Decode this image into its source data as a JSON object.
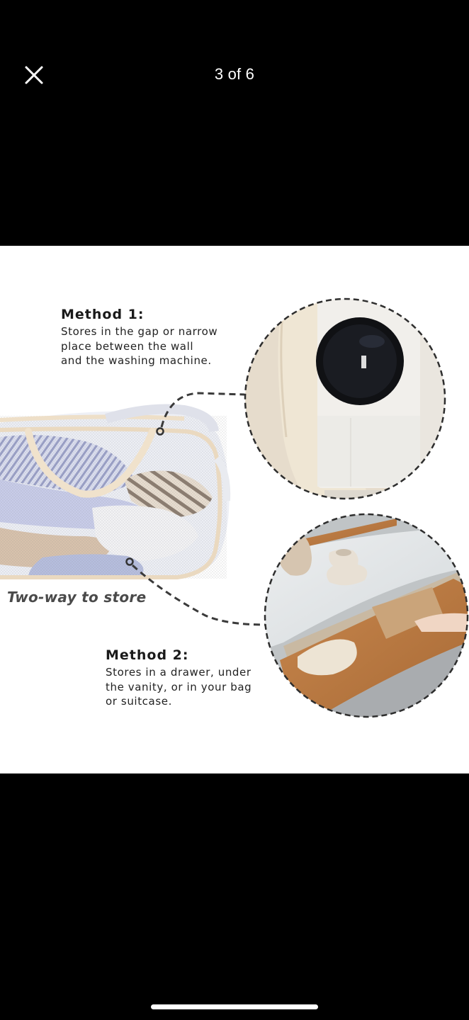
{
  "viewer": {
    "counter": "3 of 6",
    "current_index": 3,
    "total": 6,
    "close_icon": "close-icon"
  },
  "image": {
    "method_1": {
      "title": "Method 1:",
      "description": "Stores in the gap or narrow\nplace between the wall\nand the washing machine."
    },
    "method_2": {
      "title": "Method 2:",
      "description": "Stores in a drawer, under\nthe vanity, or in your bag\nor suitcase."
    },
    "tagline": "Two-way to store",
    "photos": [
      {
        "subject": "washing-machine-gap"
      },
      {
        "subject": "vanity-drawer"
      },
      {
        "subject": "mesh-laundry-hamper"
      }
    ]
  },
  "colors": {
    "background": "#000000",
    "canvas": "#ffffff",
    "text_dark": "#1a1a1a",
    "tagline": "#4a4a4a",
    "dash": "#3a3a3a",
    "hamper_trim": "#eedfc8"
  }
}
